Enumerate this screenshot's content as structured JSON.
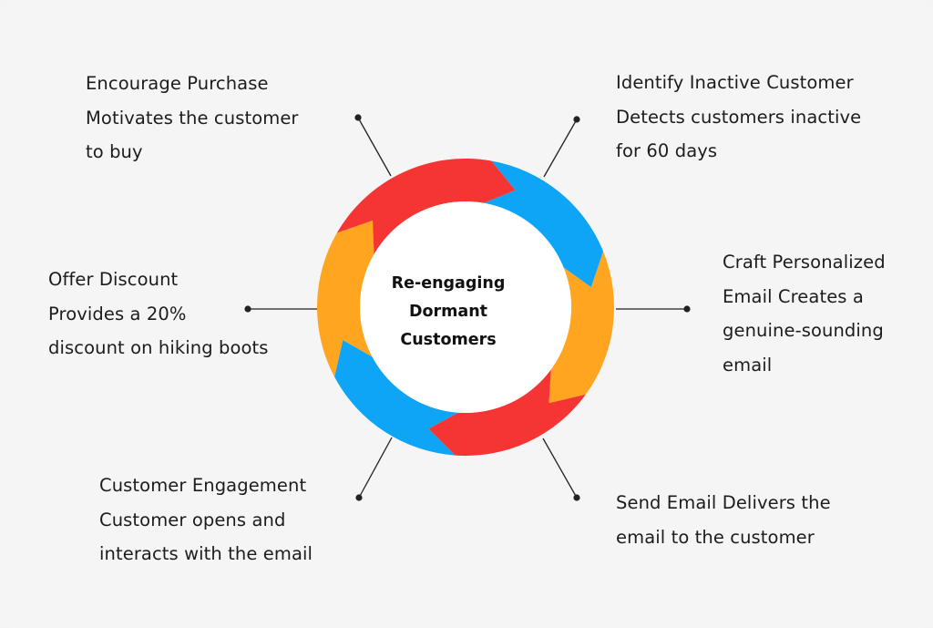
{
  "center": {
    "title_lines": [
      "Re-engaging",
      "Dormant",
      "Customers"
    ]
  },
  "steps": [
    {
      "id": "identify",
      "lines": [
        "Identify Inactive Customer",
        "Detects customers inactive",
        "for 60 days"
      ]
    },
    {
      "id": "craft",
      "lines": [
        "Craft Personalized",
        "Email Creates a",
        "genuine-sounding",
        "email"
      ]
    },
    {
      "id": "send",
      "lines": [
        "Send Email Delivers the",
        "email to the customer"
      ]
    },
    {
      "id": "engage",
      "lines": [
        "Customer Engagement",
        "Customer opens and",
        "interacts with the email"
      ]
    },
    {
      "id": "discount",
      "lines": [
        "Offer Discount",
        "Provides a 20%",
        "discount on hiking boots"
      ]
    },
    {
      "id": "purchase",
      "lines": [
        "Encourage Purchase",
        "Motivates the customer",
        "to buy"
      ]
    }
  ],
  "colors": {
    "background": "#f5f5f5",
    "blue": "#0ea5f6",
    "orange": "#ffa51f",
    "red": "#f43534",
    "connector": "#222222",
    "center_fill": "#ffffff"
  }
}
